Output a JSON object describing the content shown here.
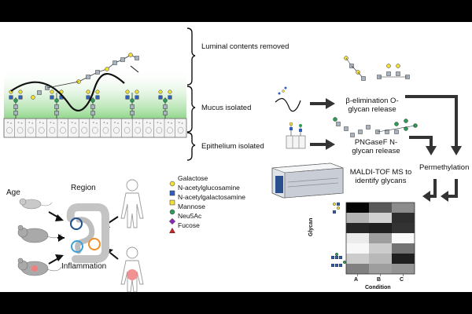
{
  "steps": {
    "luminal": "Luminal contents removed",
    "mucus": "Mucus isolated",
    "epithelium": "Epithelium isolated",
    "o_glycan": "β-elimination O-glycan release",
    "n_glycan": "PNGaseF N-glycan release",
    "permethylation": "Permethylation",
    "maldi": "MALDI-TOF MS to identify glycans"
  },
  "factors": {
    "age": "Age",
    "region": "Region",
    "inflammation": "Inflammation"
  },
  "legend": [
    {
      "symbol": "circle",
      "color": "#f2e03a",
      "label": "Galactose"
    },
    {
      "symbol": "square",
      "color": "#2f5fb8",
      "label": "N-acetylglucosamine"
    },
    {
      "symbol": "square",
      "color": "#f2e03a",
      "label": "N-acetylgalactosamine"
    },
    {
      "symbol": "circle",
      "color": "#2e9c57",
      "label": "Mannose"
    },
    {
      "symbol": "diamond",
      "color": "#8a2bb5",
      "label": "Neu5Ac"
    },
    {
      "symbol": "triangle",
      "color": "#d42020",
      "label": "Fucose"
    }
  ],
  "heatmap": {
    "ylabel": "Glycan",
    "xlabel": "Condition",
    "conditions": [
      "A",
      "B",
      "C"
    ],
    "rows": [
      [
        0.02,
        0.35,
        0.55
      ],
      [
        0.7,
        0.82,
        0.18
      ],
      [
        0.15,
        0.12,
        0.2
      ],
      [
        0.92,
        0.62,
        0.98
      ],
      [
        0.97,
        0.8,
        0.45
      ],
      [
        0.8,
        0.72,
        0.12
      ],
      [
        0.5,
        0.62,
        0.58
      ]
    ]
  }
}
